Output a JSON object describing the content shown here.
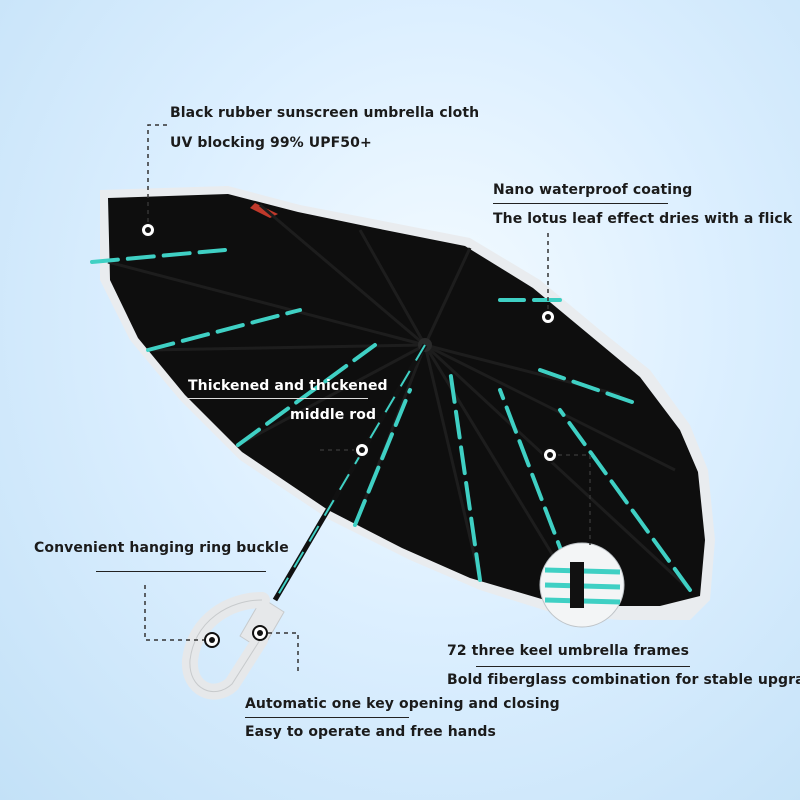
{
  "callouts": {
    "cloth": {
      "line1": "Black rubber sunscreen umbrella cloth",
      "line2": "UV blocking 99% UPF50+"
    },
    "coating": {
      "line1": "Nano waterproof coating",
      "line2": "The lotus leaf effect dries with a flick"
    },
    "rod": {
      "line1": "Thickened and thickened",
      "line2": "middle rod"
    },
    "ring": {
      "line1": "Convenient hanging ring buckle"
    },
    "frames": {
      "line1": "72 three keel umbrella frames",
      "line2": "Bold fiberglass combination for stable upgrade"
    },
    "auto": {
      "line1": "Automatic one key opening and closing",
      "line2": "Easy to operate and free hands"
    }
  },
  "colors": {
    "canopy": "#0e0e0e",
    "trim": "#e9ecef",
    "rib_accent": "#3fd0c4",
    "background": "#d6ecfb",
    "handle": "#e6e8ea"
  }
}
